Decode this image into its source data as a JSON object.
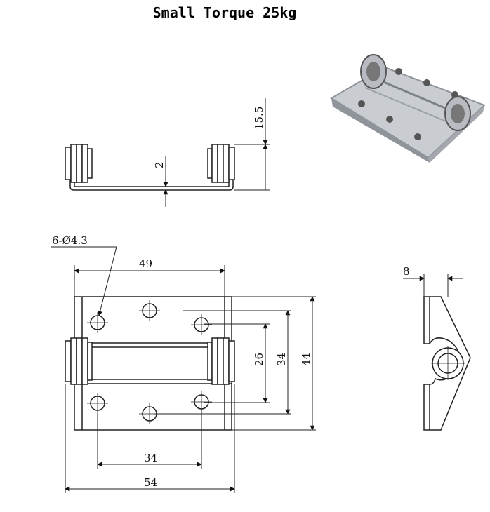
{
  "title": "Small Torque 25kg",
  "dimensions": {
    "height_top": "15.5",
    "thickness": "2",
    "hole_spec": "6-Ø4.3",
    "width_inner": "49",
    "hole_span_26": "26",
    "hole_span_34_vertical": "34",
    "overall_height": "44",
    "hole_span_34_horizontal": "34",
    "overall_width": "54",
    "side_thickness": "8"
  },
  "colors": {
    "line": "#222222",
    "plate": "#c9ccd1",
    "plate_dark": "#8f949b"
  }
}
